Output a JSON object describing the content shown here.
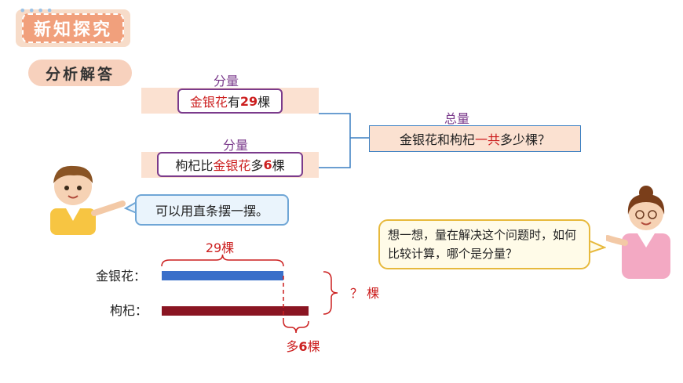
{
  "header": {
    "title": "新知探究",
    "decor": "••••"
  },
  "section": {
    "title": "分析解答"
  },
  "top_item": {
    "label": "分量",
    "part1": "金银花",
    "part2": "有",
    "num": "29",
    "part3": "棵"
  },
  "bottom_item": {
    "label": "分量",
    "part1": "枸杞比",
    "part2": "金银花",
    "part3": "多",
    "num": "6",
    "part4": "棵"
  },
  "total": {
    "label": "总量",
    "part1": "金银花和枸杞",
    "part2": "一共",
    "part3": "多少棵？"
  },
  "speech_left": "可以用直条摆一摆。",
  "speech_right": "想一想，量在解决这个问题时，如何比较计算，哪个是分量？",
  "diagram": {
    "top_brace": "29棵",
    "row1": "金银花：",
    "row2": "枸杞：",
    "right_brace": "？ 棵",
    "bottom_label1": "多",
    "bottom_label2": "6",
    "bottom_label3": "棵",
    "row1_value": 29,
    "row2_value": 35,
    "colors": {
      "row1": "#3a6fc9",
      "row2": "#8a1522"
    }
  }
}
